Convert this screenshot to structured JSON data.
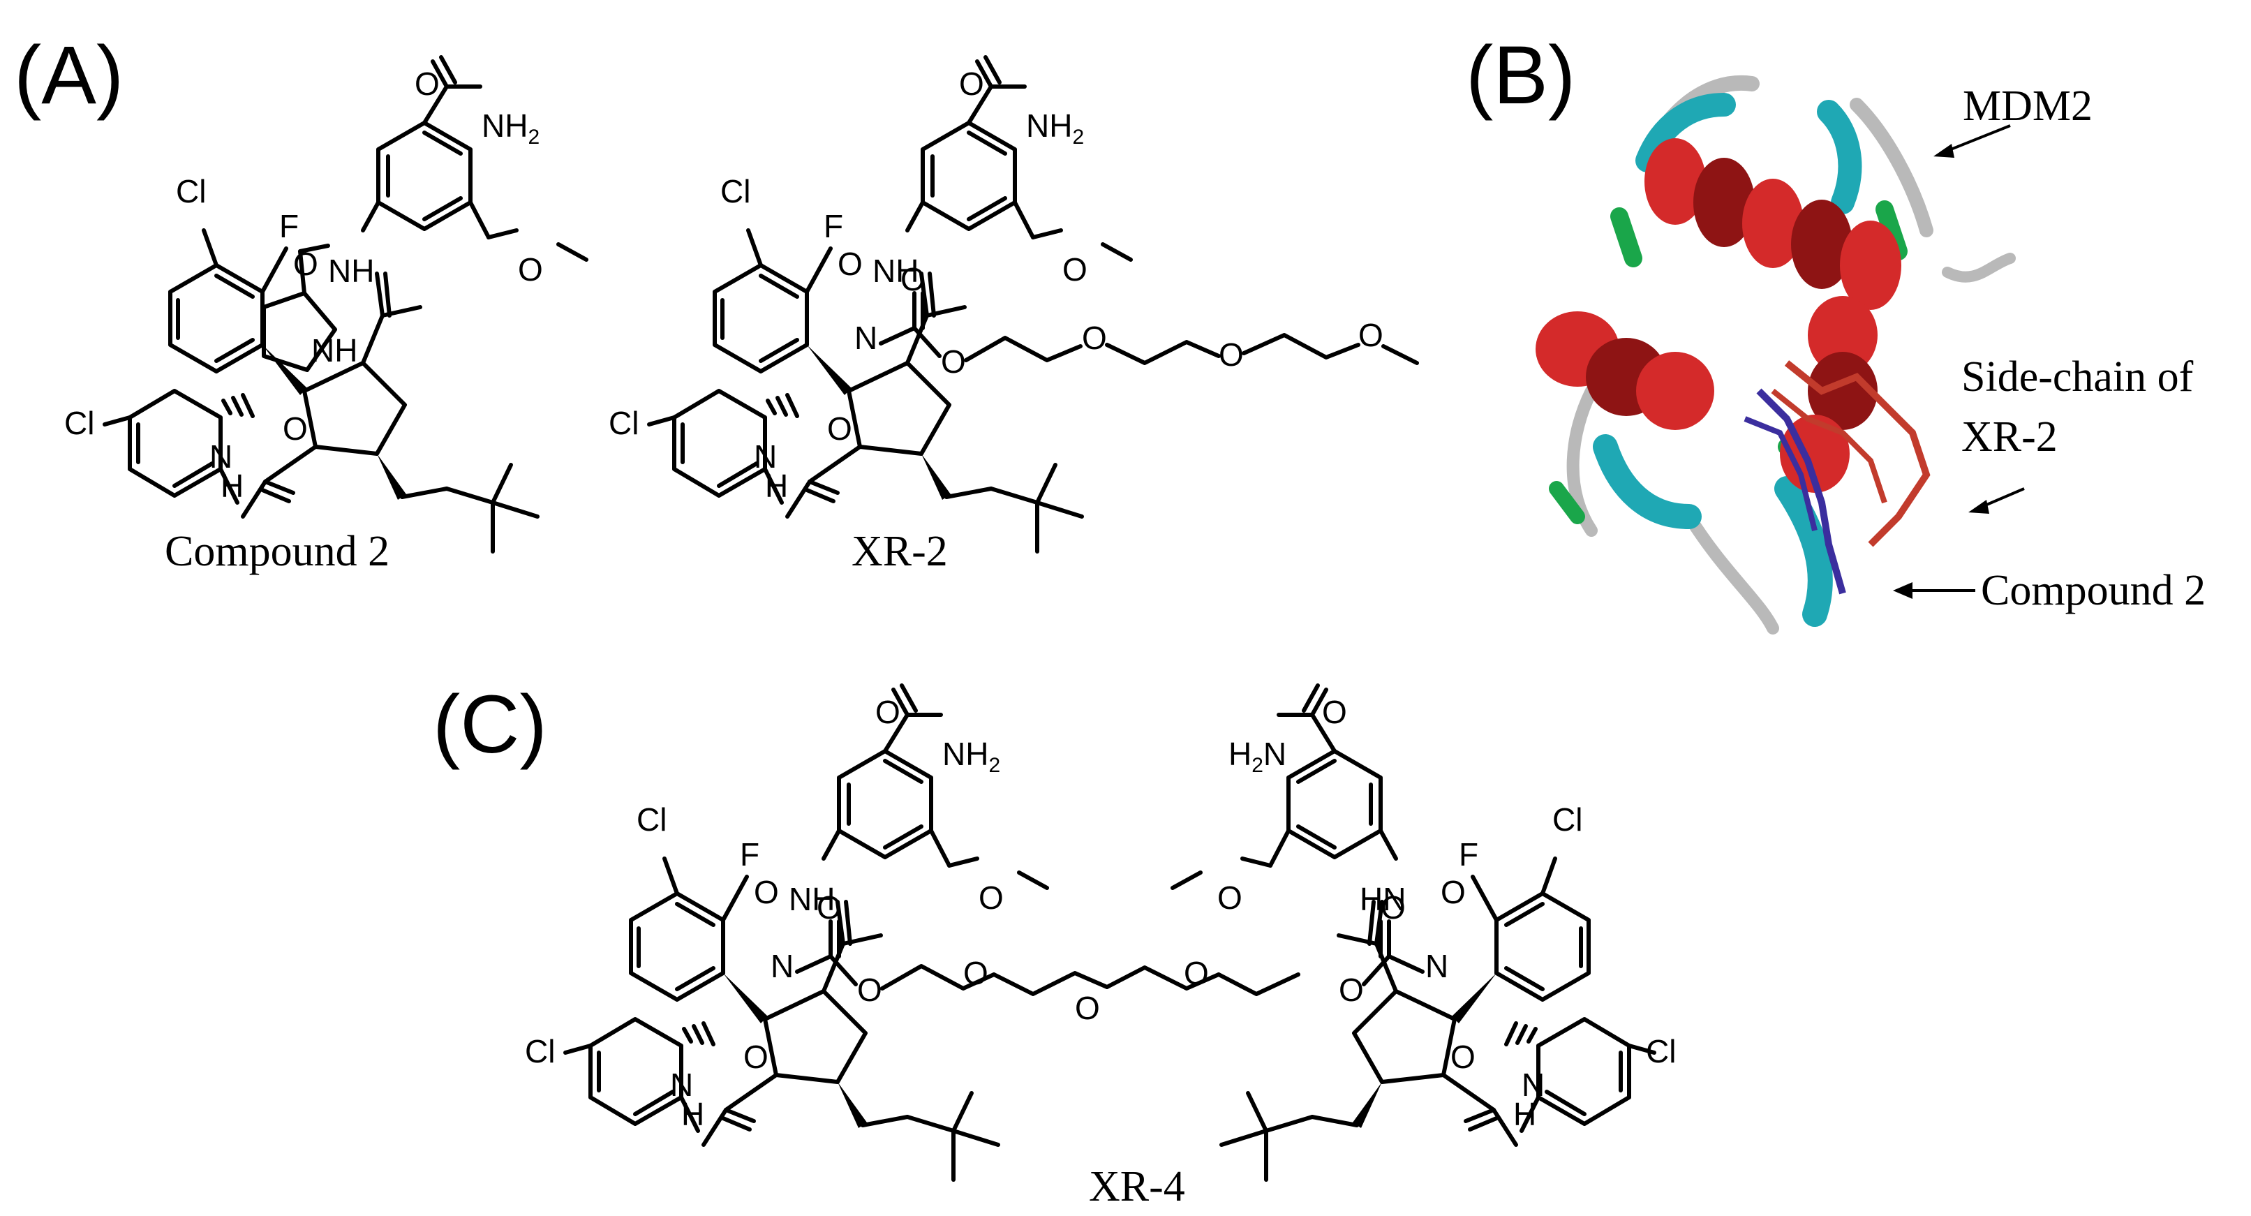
{
  "panels": {
    "a": "(A)",
    "b": "(B)",
    "c": "(C)"
  },
  "captions": {
    "compound2": "Compound 2",
    "xr2": "XR-2",
    "xr4": "XR-4"
  },
  "annotations": {
    "mdm2": "MDM2",
    "sidechain_line1": "Side-chain of",
    "sidechain_line2": "XR-2",
    "compound2": "Compound 2"
  },
  "atoms": {
    "o": "O",
    "nh2": "NH",
    "two": "2",
    "h2": "H",
    "n": "N",
    "nh": "NH",
    "hn": "HN",
    "n_h": "N",
    "h": "H",
    "cl": "Cl",
    "f": "F"
  },
  "colors": {
    "helix": "#d42a2a",
    "helix_dark": "#8e1414",
    "turn": "#1fa8b4",
    "coil": "#b9b9b9",
    "sheet": "#1aa64a",
    "ligand_red": "#c23b2c",
    "ligand_blue": "#3b2e9e"
  }
}
